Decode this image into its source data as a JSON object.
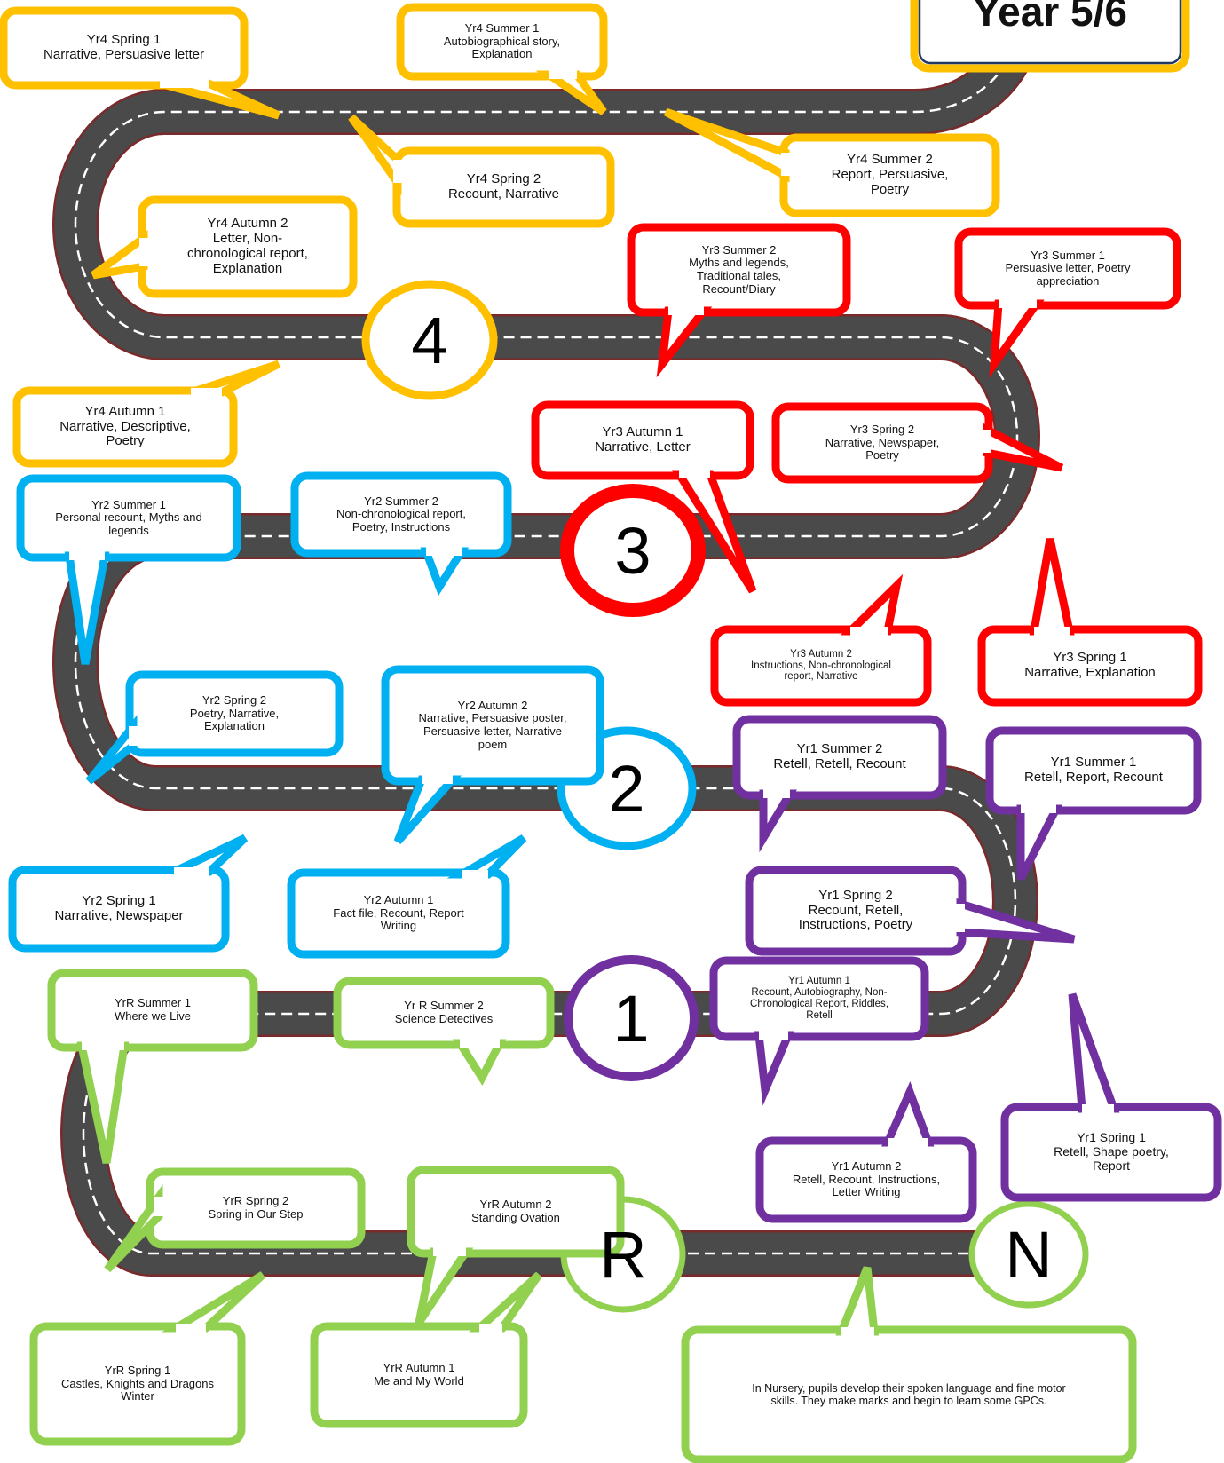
{
  "colors": {
    "road": "#4a4a4a",
    "road_edge": "#7a2a2a",
    "road_line": "#ffffff",
    "nursery_reception": "#92d050",
    "year1": "#7030a0",
    "year2": "#00b0f0",
    "year3": "#ff0000",
    "year4": "#ffc000",
    "sign_fill": "#ffffff",
    "sign_border": "#ffc000",
    "sign_inner_border": "#1f3864"
  },
  "sign": {
    "label": "Year 5/6"
  },
  "milestones": [
    {
      "id": "N",
      "label": "N",
      "color": "#92d050"
    },
    {
      "id": "R",
      "label": "R",
      "color": "#92d050"
    },
    {
      "id": "1",
      "label": "1",
      "color": "#7030a0"
    },
    {
      "id": "2",
      "label": "2",
      "color": "#00b0f0"
    },
    {
      "id": "3",
      "label": "3",
      "color": "#ff0000"
    },
    {
      "id": "4",
      "label": "4",
      "color": "#ffc000"
    }
  ],
  "bubbles": [
    {
      "id": "nursery",
      "stage": "Nursery",
      "color": "#92d050",
      "lines": [
        "In Nursery, pupils develop their spoken language and fine motor",
        "skills. They make marks and begin to learn some GPCs."
      ]
    },
    {
      "id": "yr-autumn-1",
      "stage": "YrR",
      "color": "#92d050",
      "lines": [
        "YrR Autumn 1",
        "Me and My World"
      ]
    },
    {
      "id": "yr-spring-1",
      "stage": "YrR",
      "color": "#92d050",
      "lines": [
        "YrR Spring 1",
        "Castles, Knights and Dragons",
        "Winter"
      ]
    },
    {
      "id": "yr-autumn-2",
      "stage": "YrR",
      "color": "#92d050",
      "lines": [
        "YrR Autumn 2",
        "Standing Ovation"
      ]
    },
    {
      "id": "yr-spring-2",
      "stage": "YrR",
      "color": "#92d050",
      "lines": [
        "YrR Spring 2",
        "Spring in Our Step"
      ]
    },
    {
      "id": "yr-summer-1",
      "stage": "YrR",
      "color": "#92d050",
      "lines": [
        "YrR Summer 1",
        "Where we Live"
      ]
    },
    {
      "id": "yr-summer-2",
      "stage": "YrR",
      "color": "#92d050",
      "lines": [
        "Yr R Summer 2",
        "Science Detectives"
      ]
    },
    {
      "id": "y1-autumn-1",
      "stage": "Yr1",
      "color": "#7030a0",
      "lines": [
        "Yr1 Autumn 1",
        "Recount, Autobiography, Non-",
        "Chronological Report, Riddles,",
        "Retell"
      ]
    },
    {
      "id": "y1-autumn-2",
      "stage": "Yr1",
      "color": "#7030a0",
      "lines": [
        "Yr1 Autumn 2",
        "Retell, Recount, Instructions,",
        "Letter Writing"
      ]
    },
    {
      "id": "y1-spring-1",
      "stage": "Yr1",
      "color": "#7030a0",
      "lines": [
        "Yr1 Spring 1",
        "Retell, Shape poetry,",
        "Report"
      ]
    },
    {
      "id": "y1-spring-2",
      "stage": "Yr1",
      "color": "#7030a0",
      "lines": [
        "Yr1 Spring 2",
        "Recount, Retell,",
        "Instructions, Poetry"
      ]
    },
    {
      "id": "y1-summer-1",
      "stage": "Yr1",
      "color": "#7030a0",
      "lines": [
        "Yr1 Summer 1",
        "Retell, Report, Recount"
      ]
    },
    {
      "id": "y1-summer-2",
      "stage": "Yr1",
      "color": "#7030a0",
      "lines": [
        "Yr1 Summer 2",
        "Retell, Retell, Recount"
      ]
    },
    {
      "id": "y2-autumn-1",
      "stage": "Yr2",
      "color": "#00b0f0",
      "lines": [
        "Yr2 Autumn 1",
        "Fact file, Recount, Report",
        "Writing"
      ]
    },
    {
      "id": "y2-autumn-2",
      "stage": "Yr2",
      "color": "#00b0f0",
      "lines": [
        "Yr2 Autumn 2",
        "Narrative, Persuasive poster,",
        "Persuasive letter, Narrative",
        "poem"
      ]
    },
    {
      "id": "y2-spring-1",
      "stage": "Yr2",
      "color": "#00b0f0",
      "lines": [
        "Yr2 Spring 1",
        "Narrative, Newspaper"
      ]
    },
    {
      "id": "y2-spring-2",
      "stage": "Yr2",
      "color": "#00b0f0",
      "lines": [
        "Yr2 Spring 2",
        "Poetry, Narrative,",
        "Explanation"
      ]
    },
    {
      "id": "y2-summer-1",
      "stage": "Yr2",
      "color": "#00b0f0",
      "lines": [
        "Yr2 Summer 1",
        "Personal recount, Myths and",
        "legends"
      ]
    },
    {
      "id": "y2-summer-2",
      "stage": "Yr2",
      "color": "#00b0f0",
      "lines": [
        "Yr2 Summer 2",
        "Non-chronological report,",
        "Poetry, Instructions"
      ]
    },
    {
      "id": "y3-autumn-1",
      "stage": "Yr3",
      "color": "#ff0000",
      "lines": [
        "Yr3 Autumn 1",
        "Narrative, Letter"
      ]
    },
    {
      "id": "y3-autumn-2",
      "stage": "Yr3",
      "color": "#ff0000",
      "lines": [
        "Yr3 Autumn 2",
        "Instructions, Non-chronological",
        "report, Narrative"
      ]
    },
    {
      "id": "y3-spring-1",
      "stage": "Yr3",
      "color": "#ff0000",
      "lines": [
        "Yr3 Spring 1",
        "Narrative, Explanation"
      ]
    },
    {
      "id": "y3-spring-2",
      "stage": "Yr3",
      "color": "#ff0000",
      "lines": [
        "Yr3 Spring 2",
        "Narrative, Newspaper,",
        "Poetry"
      ]
    },
    {
      "id": "y3-summer-1",
      "stage": "Yr3",
      "color": "#ff0000",
      "lines": [
        "Yr3 Summer 1",
        "Persuasive letter, Poetry",
        "appreciation"
      ]
    },
    {
      "id": "y3-summer-2",
      "stage": "Yr3",
      "color": "#ff0000",
      "lines": [
        "Yr3 Summer 2",
        "Myths and legends,",
        "Traditional tales,",
        "Recount/Diary"
      ]
    },
    {
      "id": "y4-autumn-1",
      "stage": "Yr4",
      "color": "#ffc000",
      "lines": [
        "Yr4 Autumn 1",
        "Narrative, Descriptive,",
        "Poetry"
      ]
    },
    {
      "id": "y4-autumn-2",
      "stage": "Yr4",
      "color": "#ffc000",
      "lines": [
        "Yr4 Autumn 2",
        "Letter, Non-",
        "chronological report,",
        "Explanation"
      ]
    },
    {
      "id": "y4-spring-1",
      "stage": "Yr4",
      "color": "#ffc000",
      "lines": [
        "Yr4 Spring 1",
        "Narrative, Persuasive letter"
      ]
    },
    {
      "id": "y4-spring-2",
      "stage": "Yr4",
      "color": "#ffc000",
      "lines": [
        "Yr4 Spring 2",
        "Recount, Narrative"
      ]
    },
    {
      "id": "y4-summer-1",
      "stage": "Yr4",
      "color": "#ffc000",
      "lines": [
        "Yr4 Summer 1",
        "Autobiographical story,",
        "Explanation"
      ]
    },
    {
      "id": "y4-summer-2",
      "stage": "Yr4",
      "color": "#ffc000",
      "lines": [
        "Yr4 Summer 2",
        "Report, Persuasive,",
        "Poetry"
      ]
    }
  ]
}
